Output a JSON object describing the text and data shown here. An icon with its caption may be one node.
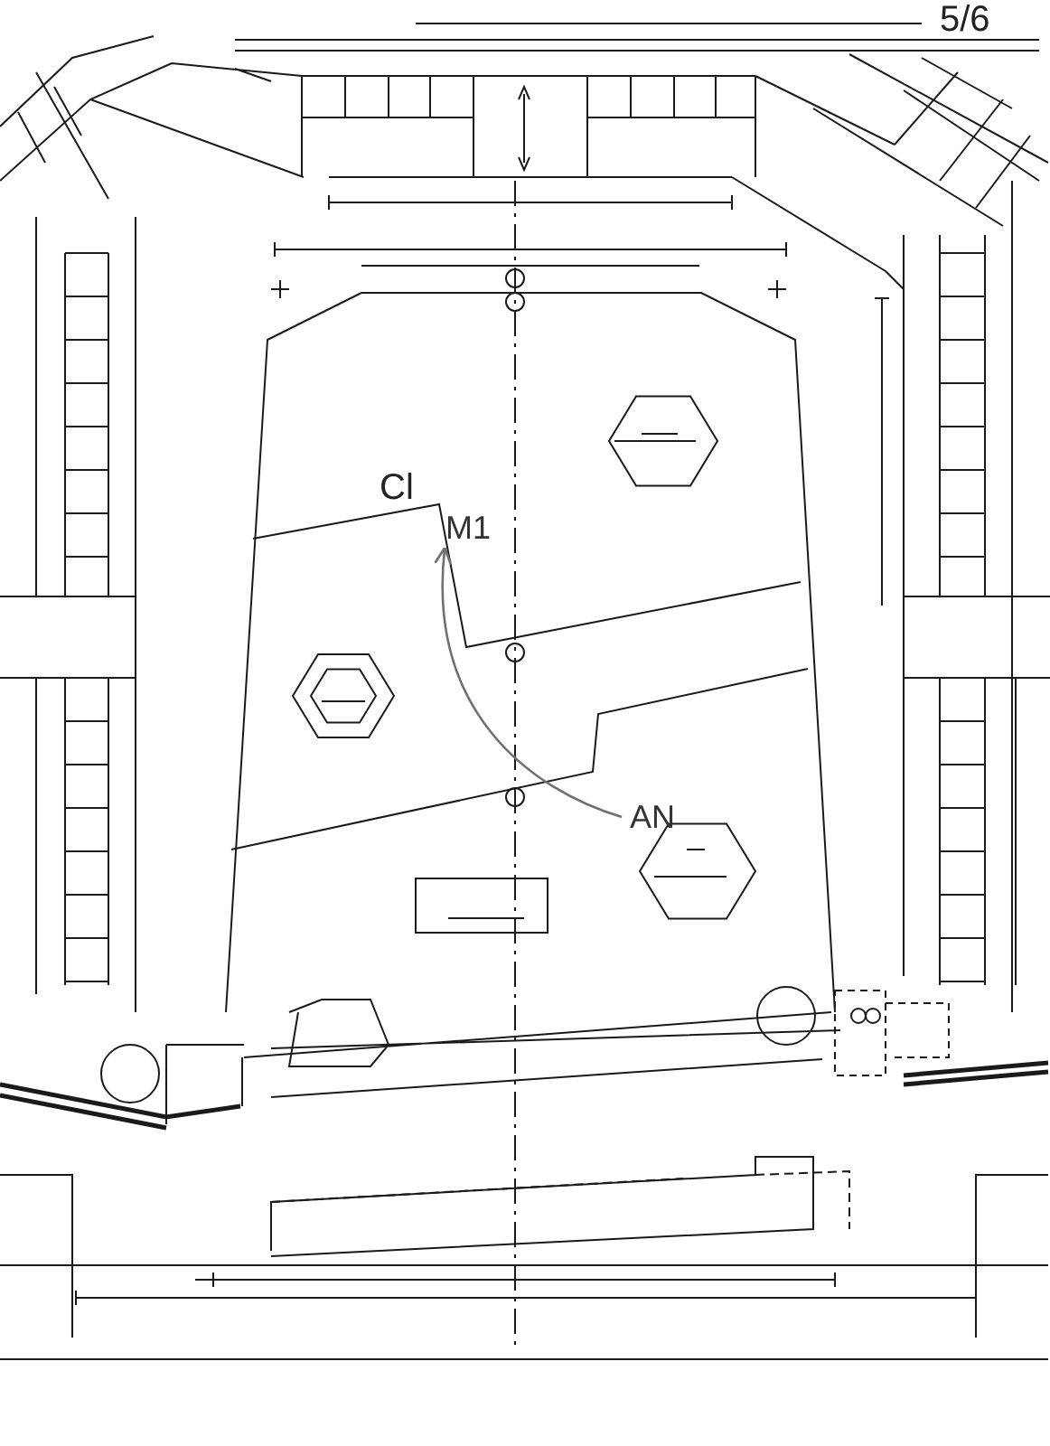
{
  "diagram": {
    "nodes": [
      {
        "text": [
          "M1"
        ]
      },
      {
        "text": [
          "AN"
        ]
      }
    ],
    "edges": [
      {
        "from": 1,
        "to": 0,
        "arrow": "to",
        "color": "#707070"
      }
    ],
    "labels": [
      "5/6",
      "Cl"
    ]
  }
}
